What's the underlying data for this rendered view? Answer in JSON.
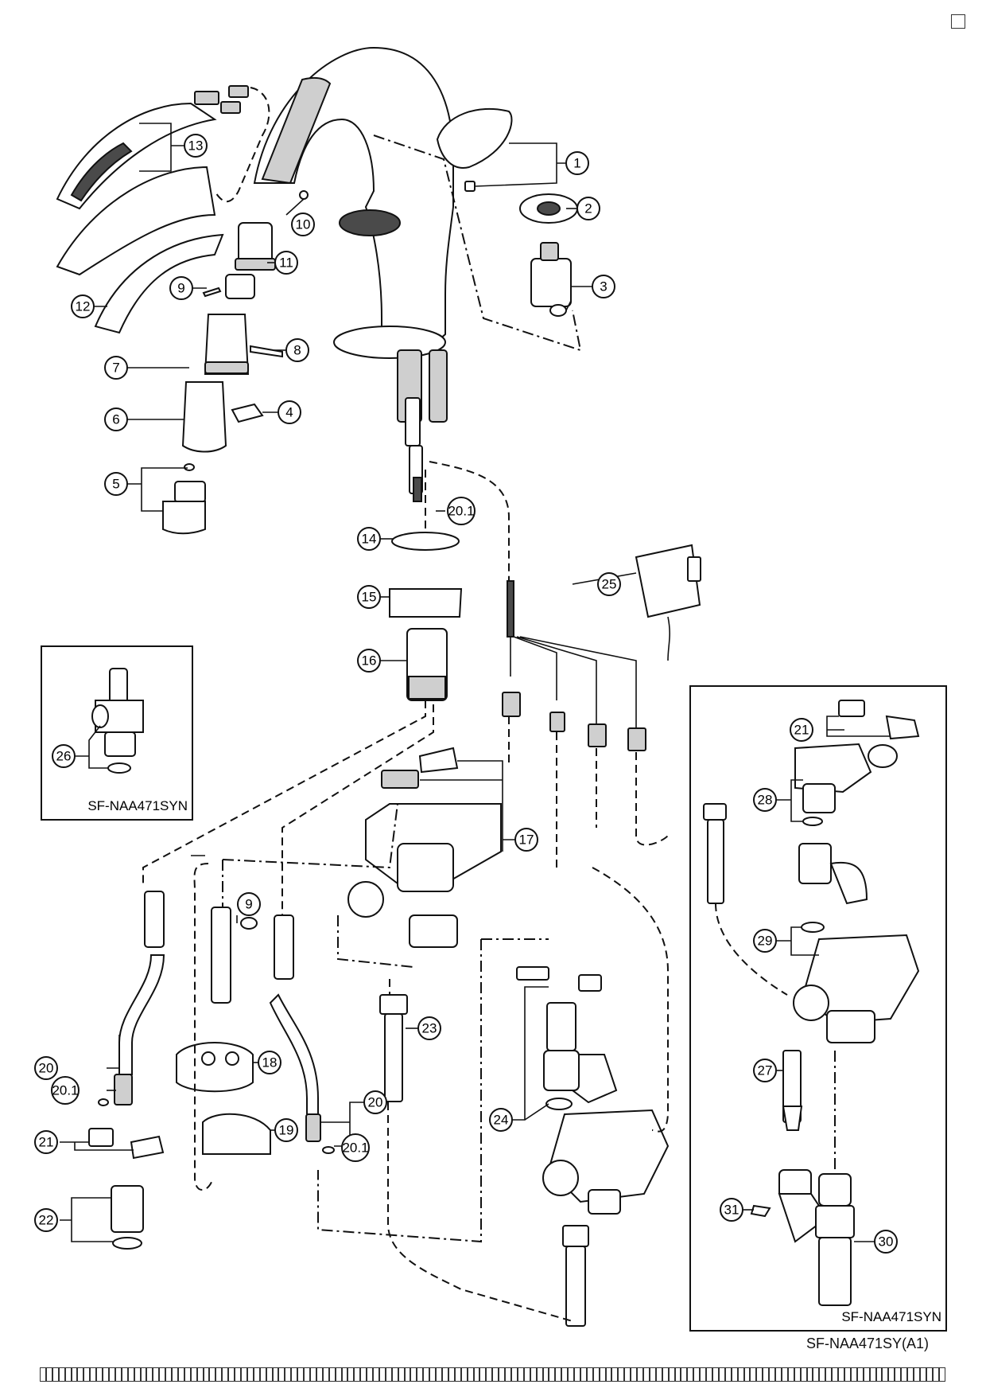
{
  "page": {
    "top_right_mark": "□",
    "sheet_code": "SF-NAA471SY(A1)",
    "footer_text": "□□□□□□□□□□□□□□□□□□□□□□□□□□□□□□□□□□□□□□□□□□□□□□□□□□□□□□□□□□□□□□□□□□□□□□□□□□□□□□□□□□□□□□□□□□□□□□□□□□□□□□□□□□□□□□□□□□□□□□□□□□□□□□□□□□□□□□□□□□□□□□□□"
  },
  "inset_left": {
    "model": "SF-NAA471SYN"
  },
  "inset_right": {
    "model": "SF-NAA471SYN"
  },
  "part_numbers": [
    "1",
    "2",
    "3",
    "4",
    "5",
    "6",
    "7",
    "8",
    "9",
    "9",
    "10",
    "11",
    "12",
    "13",
    "14",
    "15",
    "16",
    "17",
    "18",
    "19",
    "20",
    "20",
    "20.1",
    "20.1",
    "20.1",
    "21",
    "21",
    "22",
    "23",
    "24",
    "25",
    "26",
    "27",
    "28",
    "29",
    "30",
    "31"
  ]
}
